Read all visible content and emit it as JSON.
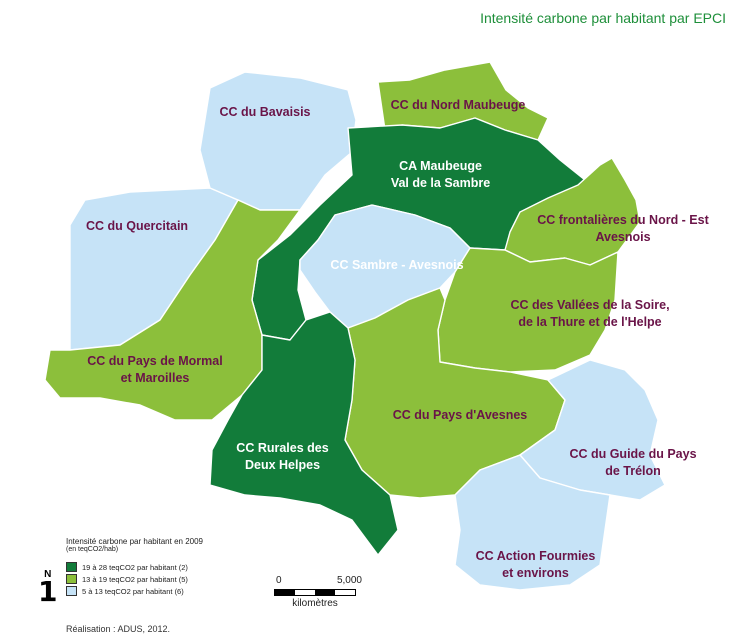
{
  "title": "Intensité carbone par habitant par EPCI",
  "colors": {
    "dark_green": "#127c3a",
    "medium_green": "#8cbf3b",
    "light_blue": "#c6e3f7"
  },
  "regions": [
    {
      "id": "bavaisis",
      "lines": [
        "CC du Bavaisis"
      ],
      "category": "light_blue"
    },
    {
      "id": "quercitain",
      "lines": [
        "CC du Quercitain"
      ],
      "category": "light_blue"
    },
    {
      "id": "nord-maubeuge",
      "lines": [
        "CC du Nord Maubeuge"
      ],
      "category": "medium_green"
    },
    {
      "id": "maubeuge-sambre",
      "lines": [
        "CA Maubeuge",
        "Val de la Sambre"
      ],
      "category": "dark_green"
    },
    {
      "id": "frontalieres",
      "lines": [
        "CC frontalières du Nord - Est",
        "Avesnois"
      ],
      "category": "medium_green"
    },
    {
      "id": "sambre-avesnois",
      "lines": [
        "CC Sambre - Avesnois"
      ],
      "category": "light_blue"
    },
    {
      "id": "vallees-soire",
      "lines": [
        "CC des Vallées de la Soire,",
        "de la Thure et de l'Helpe"
      ],
      "category": "medium_green"
    },
    {
      "id": "mormal",
      "lines": [
        "CC du Pays de Mormal",
        "et Maroilles"
      ],
      "category": "medium_green"
    },
    {
      "id": "pays-avesnes",
      "lines": [
        "CC du Pays d'Avesnes"
      ],
      "category": "medium_green"
    },
    {
      "id": "rurales-helpes",
      "lines": [
        "CC Rurales des",
        "Deux Helpes"
      ],
      "category": "dark_green"
    },
    {
      "id": "guide-trelon",
      "lines": [
        "CC du Guide du Pays",
        "de Trélon"
      ],
      "category": "light_blue"
    },
    {
      "id": "action-fourmies",
      "lines": [
        "CC Action Fourmies",
        "et environs"
      ],
      "category": "light_blue"
    }
  ],
  "legend": {
    "title": "Intensité carbone par habitant en 2009",
    "unit": "(en teqCO2/hab)",
    "items": [
      {
        "label": "19 à 28 teqCO2 par habitant  (2)",
        "color": "#127c3a"
      },
      {
        "label": "13 à 19 teqCO2 par habitant  (5)",
        "color": "#8cbf3b"
      },
      {
        "label": "5 à 13 teqCO2 par habitant  (6)",
        "color": "#c6e3f7"
      }
    ]
  },
  "north": {
    "letter": "N",
    "arrow": "1"
  },
  "scale": {
    "start": "0",
    "end": "5,000",
    "unit": "kilomètres"
  },
  "credit": "Réalisation : ADUS, 2012."
}
